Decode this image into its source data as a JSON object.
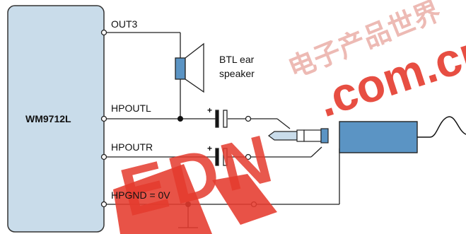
{
  "chip": {
    "name": "WM9712L"
  },
  "pins": {
    "out3": "OUT3",
    "hpoutl": "HPOUTL",
    "hpoutr": "HPOUTR",
    "hpgnd": "HPGND = 0V"
  },
  "speaker": {
    "label_line1": "BTL ear",
    "label_line2": "speaker"
  },
  "capacitor_polarity": "+",
  "watermark": {
    "site": ".com.cn",
    "brand": "EDN",
    "chinese": "电子产品世界"
  },
  "colors": {
    "chip_fill": "#c9dcea",
    "jack_fill": "#5b94c4",
    "watermark_red": "#e53b2e",
    "wire": "#222222"
  }
}
